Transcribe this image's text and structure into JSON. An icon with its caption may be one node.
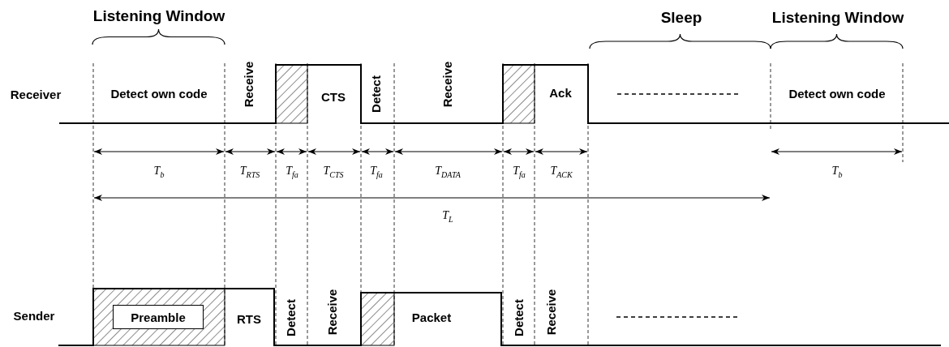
{
  "diagram": {
    "nodes": [
      {
        "text": [
          "Preamble"
        ]
      }
    ],
    "edges": [],
    "labels": [
      "Listening Window",
      "Sleep",
      "Listening Window",
      "Receiver",
      "Detect own code",
      "Receive",
      "CTS",
      "Detect",
      "Receive",
      "Ack",
      "Detect own code",
      "T$_{b}$",
      "T$_{RTS}$",
      "T$_{fa}$",
      "T$_{CTS}$",
      "T$_{fa}$",
      "T$_{DATA}$",
      "T$_{fa}$",
      "T$_{ACK}$",
      "T$_{b}$",
      "T$_{L}$",
      "Sender",
      "RTS",
      "Detect",
      "Receive",
      "Packet",
      "Detect",
      "Receive"
    ]
  }
}
